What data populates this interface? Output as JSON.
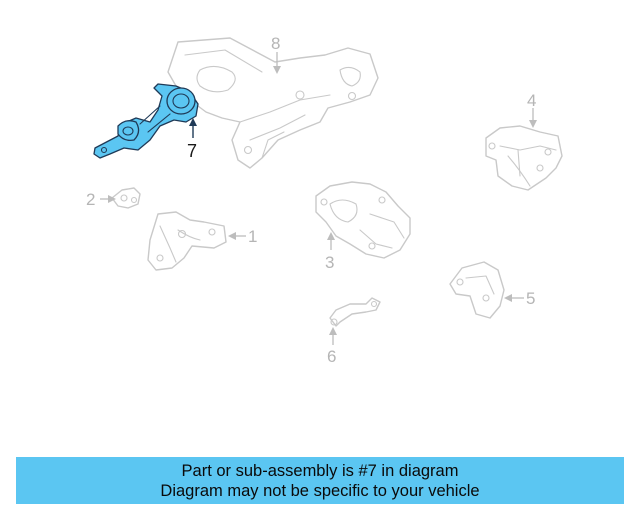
{
  "callouts": {
    "c1": "1",
    "c2": "2",
    "c3": "3",
    "c4": "4",
    "c5": "5",
    "c6": "6",
    "c7": "7",
    "c8": "8"
  },
  "highlight_color": "#5bc6f2",
  "footer": {
    "line1": "Part or sub-assembly is #7 in diagram",
    "line2": "Diagram may not be specific to your vehicle"
  }
}
